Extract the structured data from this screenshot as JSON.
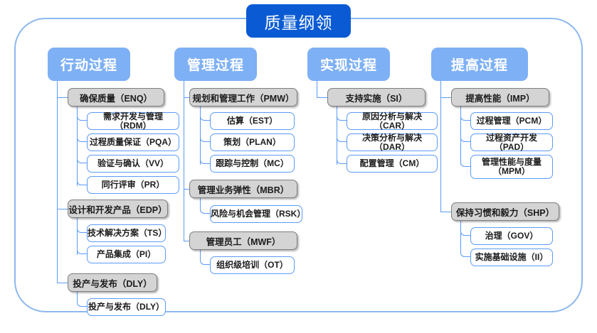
{
  "diagram": {
    "root": {
      "label": "质量纲领"
    },
    "columns": [
      {
        "header": "行动过程",
        "groups": [
          {
            "label": "确保质量（ENQ）",
            "children": [
              "需求开发与管理（RDM）",
              "过程质量保证（PQA）",
              "验证与确认（VV）",
              "同行评审（PR）"
            ]
          },
          {
            "label": "设计和开发产品（EDP）",
            "children": [
              "技术解决方案（TS）",
              "产品集成（PI）"
            ]
          },
          {
            "label": "投产与发布（DLY）",
            "children": [
              "投产与发布（DLY）"
            ]
          }
        ]
      },
      {
        "header": "管理过程",
        "groups": [
          {
            "label": "规划和管理工作（PMW）",
            "children": [
              "估算（EST）",
              "策划（PLAN）",
              "跟踪与控制（MC）"
            ]
          },
          {
            "label": "管理业务弹性（MBR）",
            "children": [
              "风险与机会管理（RSK）"
            ]
          },
          {
            "label": "管理员工（MWF）",
            "children": [
              "组织级培训（OT）"
            ]
          }
        ]
      },
      {
        "header": "实现过程",
        "groups": [
          {
            "label": "支持实施（SI）",
            "children": [
              "原因分析与解决（CAR）",
              "决策分析与解决（DAR）",
              "配置管理（CM）"
            ]
          }
        ]
      },
      {
        "header": "提高过程",
        "groups": [
          {
            "label": "提高性能（IMP）",
            "children": [
              "过程管理（PCM）",
              "过程资产开发（PAD）",
              "管理性能与度量\n（MPM）"
            ]
          },
          {
            "label": "保持习惯和毅力（SHP）",
            "children": [
              "治理（GOV）",
              "实施基础设施（II）"
            ]
          }
        ]
      }
    ]
  },
  "colors": {
    "root_fill": "#0A5BD3",
    "header_fill": "#7EB0F5",
    "group_fill": "#D4D4D4",
    "group_border": "#7E7E7E",
    "leaf_border": "#5B9BF8",
    "frame_border": "#8CB8EE",
    "connector": "#5B9BF8"
  }
}
